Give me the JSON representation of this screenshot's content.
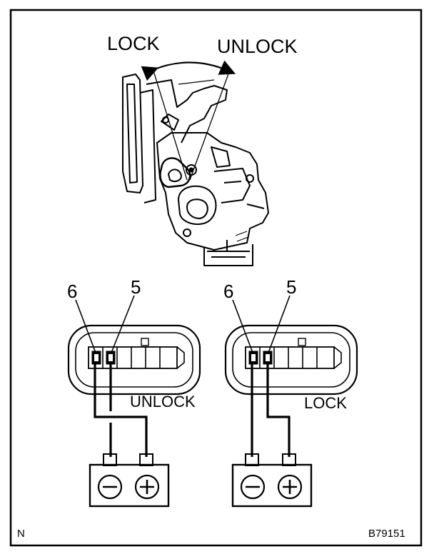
{
  "diagram": {
    "top": {
      "lock_label": "LOCK",
      "unlock_label": "UNLOCK"
    },
    "panels": [
      {
        "pin_left": "6",
        "pin_right": "5",
        "state_label": "UNLOCK",
        "battery": {
          "left_terminal": "negative",
          "right_terminal": "positive"
        }
      },
      {
        "pin_left": "6",
        "pin_right": "5",
        "state_label": "LOCK",
        "battery": {
          "left_terminal": "negative",
          "right_terminal": "positive"
        }
      }
    ],
    "corner_left": "N",
    "figure_code": "B79151",
    "icons": [
      "door-lock-actuator-icon",
      "battery-icon",
      "connector-icon"
    ],
    "colors": {
      "ink": "#000000",
      "paper": "#ffffff"
    }
  }
}
